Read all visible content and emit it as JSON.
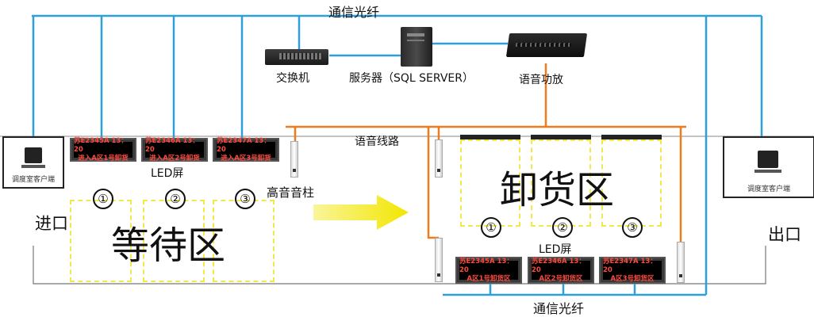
{
  "labels": {
    "fiber_top": "通信光纤",
    "fiber_bottom": "通信光纤",
    "switch": "交换机",
    "server": "服务器（SQL SERVER）",
    "amplifier": "语音功放",
    "voice_line": "语音线路",
    "led_left": "LED屏",
    "led_right": "LED屏",
    "speaker": "高音音柱",
    "entrance": "进口",
    "exit": "出口",
    "waiting_zone": "等待区",
    "unload_zone": "卸货区",
    "client_left": "调度室客户端",
    "client_right": "调度室客户端"
  },
  "led_left": [
    {
      "line1": "苏E2345A 13：20",
      "line2": "进入A区1号卸货"
    },
    {
      "line1": "苏E2346A 13：20",
      "line2": "进入A区2号卸货"
    },
    {
      "line1": "苏E2347A 13：20",
      "line2": "进入A区3号卸货"
    }
  ],
  "led_right": [
    {
      "line1": "苏E2345A 13：20",
      "line2": "A区1号卸货区"
    },
    {
      "line1": "苏E2346A 13：20",
      "line2": "A区2号卸货区"
    },
    {
      "line1": "苏E2347A 13：20",
      "line2": "A区3号卸货区"
    }
  ],
  "bay_numbers": [
    "①",
    "②",
    "③"
  ],
  "colors": {
    "fiber": "#2e9fd8",
    "voice": "#f07b1c",
    "zone": "#f2e84a",
    "led_text": "#ff4a3d",
    "arrow": "#f7ef2a"
  }
}
